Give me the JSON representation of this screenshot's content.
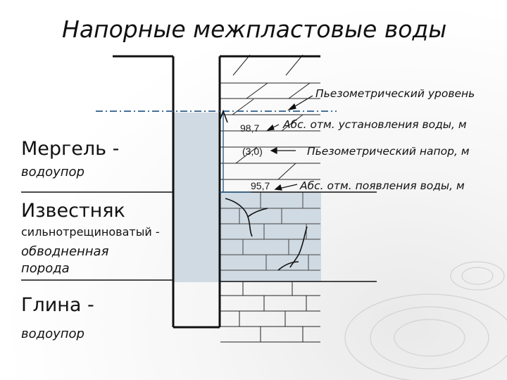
{
  "title": "Напорные межпластовые воды",
  "layers": {
    "marl": {
      "name": "Мергель -",
      "role": "водоупор"
    },
    "limestone": {
      "name": "Известняк",
      "desc": "сильнотрещиноватый -",
      "role": "обводненная порода"
    },
    "clay": {
      "name": "Глина -",
      "role": "водоупор"
    }
  },
  "values": {
    "water_level_elev": "98,7",
    "pressure_head": "(3,0)",
    "water_appearance_elev": "95,7"
  },
  "annotations": {
    "piezometric_level": "Пьезометрический уровень",
    "water_level_elev": "Абс. отм. установления воды, м",
    "pressure_head": "Пьезометрический напор, м",
    "water_appearance_elev": "Абс. отм. появления воды, м"
  },
  "colors": {
    "water_fill": "#cfdae3",
    "piezometric_line": "#2e5f8a",
    "outline": "#111111"
  }
}
